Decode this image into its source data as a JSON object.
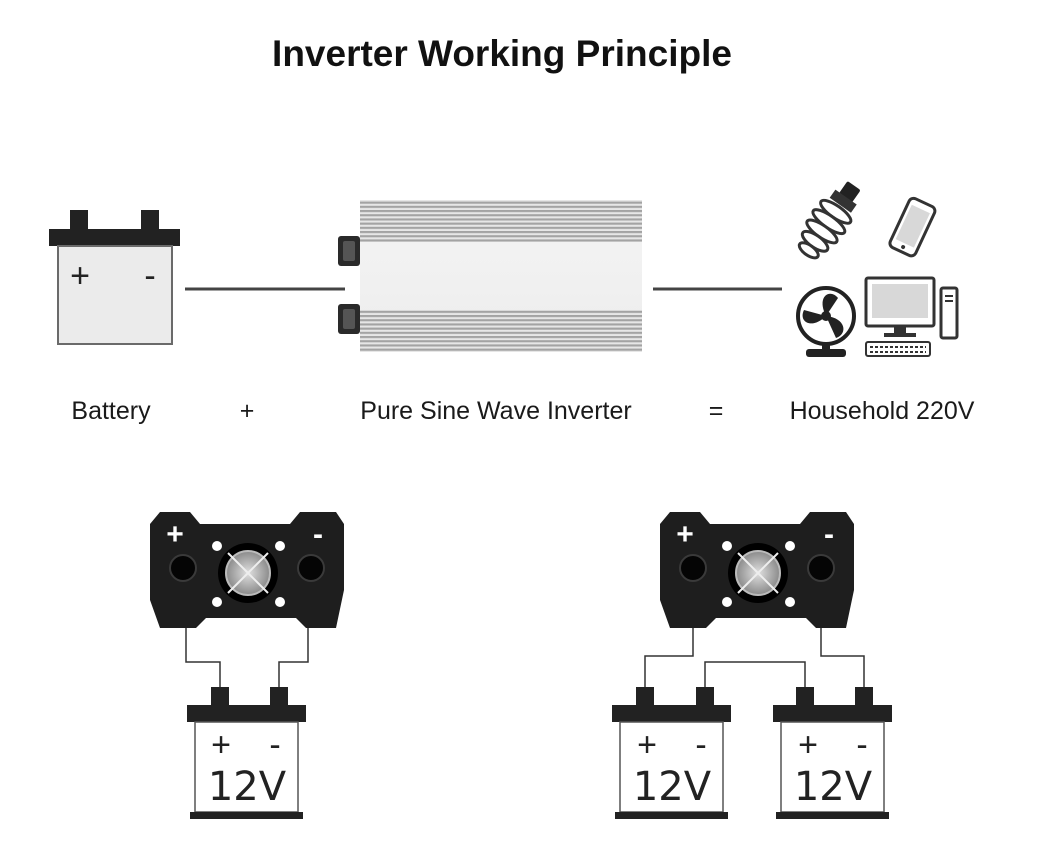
{
  "diagram": {
    "title": "Inverter Working Principle",
    "captions": {
      "battery": "Battery",
      "plus": "+",
      "inverter": "Pure Sine Wave Inverter",
      "equals": "=",
      "household": "Household 220V"
    },
    "top_battery": {
      "positive": "+",
      "negative": "-"
    },
    "panel_terminals": {
      "positive": "+",
      "negative": "-"
    },
    "battery_bank": {
      "positive": "+",
      "negative": "-",
      "voltage": "12V"
    },
    "appliance_icons": [
      "light-bulb-icon",
      "smartphone-icon",
      "fan-icon",
      "desktop-computer-icon",
      "keyboard-icon"
    ]
  },
  "colors": {
    "battery_terminal": "#222222",
    "battery_body": "#ececec",
    "inverter_stripe": "#9c9c9c",
    "panel": "#1e1e1e",
    "wire": "#333333"
  }
}
